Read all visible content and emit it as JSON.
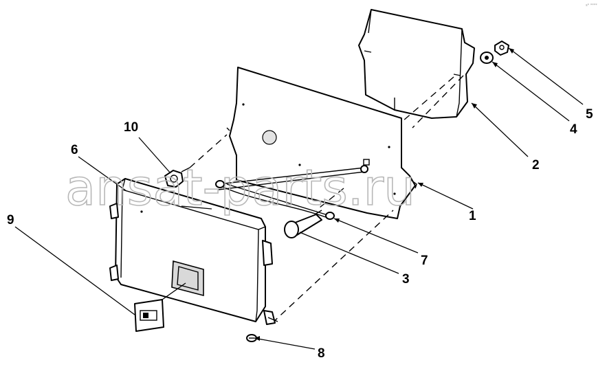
{
  "diagram": {
    "watermark": "ansat-parts.ru",
    "corner_mark": "s* ****",
    "callouts": [
      {
        "id": "1",
        "label": "1"
      },
      {
        "id": "2",
        "label": "2"
      },
      {
        "id": "3",
        "label": "3"
      },
      {
        "id": "4",
        "label": "4"
      },
      {
        "id": "5",
        "label": "5"
      },
      {
        "id": "6",
        "label": "6"
      },
      {
        "id": "7",
        "label": "7"
      },
      {
        "id": "8",
        "label": "8"
      },
      {
        "id": "9",
        "label": "9"
      },
      {
        "id": "10",
        "label": "10"
      }
    ]
  }
}
